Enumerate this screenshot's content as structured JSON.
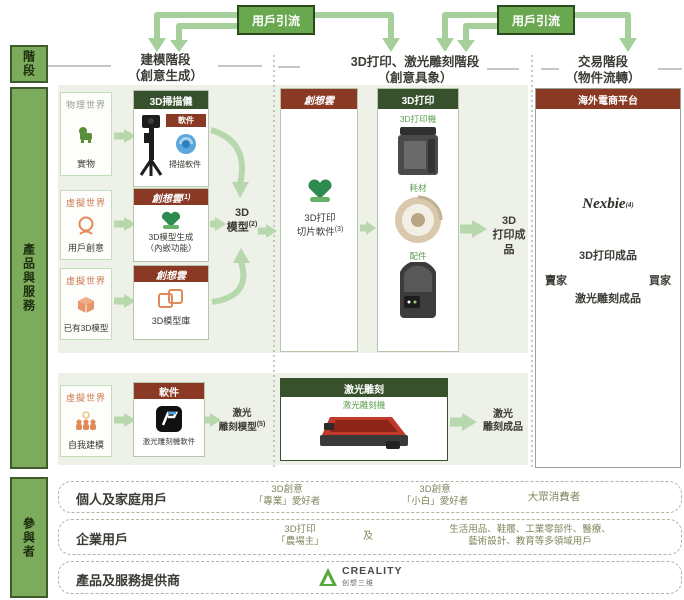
{
  "top": {
    "traffic_box_1": "用戶引流",
    "traffic_box_2": "用戶引流"
  },
  "stage_headers": {
    "modeling": {
      "line1": "建模階段",
      "line2": "（創意生成）"
    },
    "printing": {
      "line1": "3D打印、激光雕刻階段",
      "line2": "（創意具象）"
    },
    "trading": {
      "line1": "交易階段",
      "line2": "（物件流轉）"
    }
  },
  "side_labels": {
    "stage": "階段",
    "products": "產品與服務",
    "participants": "參與者"
  },
  "rows": {
    "scan": {
      "world_title": "物理世界",
      "world_item": "實物",
      "box_header": "3D掃描儀",
      "software_badge": "軟件",
      "software_label": "掃描軟件"
    },
    "create": {
      "world_title": "虛擬世界",
      "world_item": "用戶創意",
      "box_header": "創想雲",
      "box_marker": "(1)",
      "line1": "3D模型生成",
      "line2": "（內嵌功能）"
    },
    "existing": {
      "world_title": "虛擬世界",
      "world_item": "已有3D模型",
      "box_header": "創想雲",
      "label": "3D模型庫"
    },
    "laser": {
      "world_title": "虛擬世界",
      "world_item": "自我建模",
      "box_header": "軟件",
      "label": "激光雕刻機軟件",
      "output_line1": "激光",
      "output_line2": "雕刻模型",
      "output_marker": "(5)"
    }
  },
  "model_node": {
    "line1": "3D",
    "line2": "模型",
    "marker": "(2)"
  },
  "middle": {
    "cloud_header": "創想雲",
    "slicer_line1": "3D打印",
    "slicer_line2": "切片軟件",
    "slicer_marker": "(3)",
    "printer_header": "3D打印",
    "printer_label": "3D打印機",
    "material_label": "耗材",
    "accessory_label": "配件",
    "print_output_line1": "3D",
    "print_output_line2": "打印成品",
    "laser_header": "激光雕刻",
    "laser_machine_label": "激光雕刻機",
    "laser_output_line1": "激光",
    "laser_output_line2": "雕刻成品"
  },
  "market": {
    "header": "海外電商平台",
    "platform": "Nexbie",
    "platform_marker": "(4)",
    "print_goods": "3D打印成品",
    "laser_goods": "激光雕刻成品",
    "seller": "賣家",
    "buyer": "買家"
  },
  "participants": {
    "row1": {
      "label": "個人及家庭用戶",
      "step1_line1": "3D創意",
      "step1_line2": "「專業」愛好者",
      "step2_line1": "3D創意",
      "step2_line2": "「小白」愛好者",
      "step3": "大眾消費者"
    },
    "row2": {
      "label": "企業用戶",
      "seg1_line1": "3D打印",
      "seg1_line2": "「農場主」",
      "conj": "及",
      "seg2_line1": "生活用品、鞋履、工業零部件、醫療、",
      "seg2_line2": "藝術設計、教育等多領域用戶"
    },
    "row3": {
      "label": "產品及服務提供商",
      "brand": "CREALITY",
      "brand_sub": "创想三维"
    }
  },
  "colors": {
    "accent_green": "#69a84f",
    "header_green": "#37512c",
    "header_red": "#8a3a24",
    "arrow_light_green": "#b7d8ac",
    "arrow_olive": "#6e7248"
  }
}
